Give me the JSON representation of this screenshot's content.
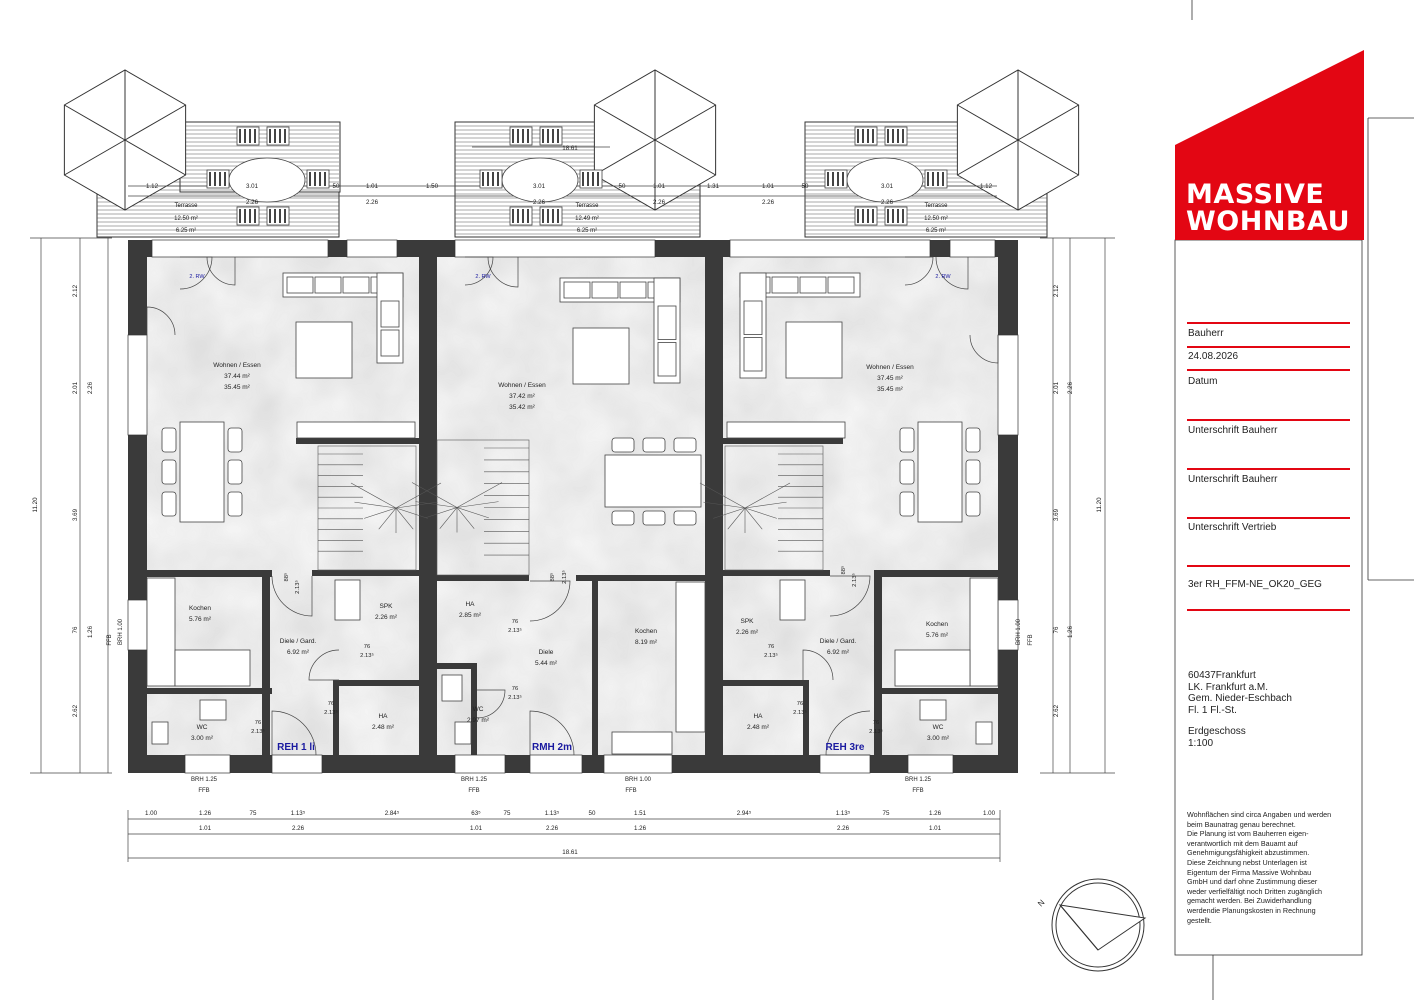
{
  "brand": {
    "name_line1": "MASSIVE",
    "name_line2": "WOHNBAU",
    "color": "#e30613"
  },
  "title_block": {
    "bauherr_label": "Bauherr",
    "date_value": "24.08.2026",
    "date_label": "Datum",
    "sig1_label": "Unterschrift Bauherr",
    "sig2_label": "Unterschrift Bauherr",
    "sig3_label": "Unterschrift Vertrieb",
    "project_code": "3er RH_FFM-NE_OK20_GEG",
    "address_lines": [
      "60437Frankfurt",
      "LK. Frankfurt a.M.",
      "Gem. Nieder-Eschbach",
      "Fl. 1 Fl.-St."
    ],
    "floor": "Erdgeschoss",
    "scale": "1:100",
    "disclaimer_lines": [
      "Wohnflächen sind circa Angaben und werden",
      "beim   Baunatrag   genau   berechnet.",
      "Die  Planung  ist  vom  Bauherren  eigen-",
      "verantwortlich mit dem Bauamt auf",
      "Genehmigungsfähigkeit abzustimmen.",
      "Diese Zeichnung nebst Unterlagen ist",
      "Eigentum der Firma Massive Wohnbau",
      "GmbH und darf ohne Zustimmung dieser",
      "weder verfielfältigt noch Dritten zugänglich",
      "gemacht werden. Bei Zuwiderhandlung",
      "werdendie Planungskosten in Rechnung",
      "gestellt."
    ]
  },
  "terraces": [
    {
      "label": "Terrasse",
      "area1": "12.50 m²",
      "area2": "6.25 m²"
    },
    {
      "label": "Terrasse",
      "area1": "12.49 m²",
      "area2": "6.25 m²"
    },
    {
      "label": "Terrasse",
      "area1": "12.50 m²",
      "area2": "6.25 m²"
    }
  ],
  "top_dims": {
    "upper": [
      "1.12",
      "3.01",
      "50",
      "1.01",
      "1.50",
      "3.01",
      "50",
      "1.01",
      "1.31",
      "1.01",
      "50",
      "3.01",
      "1.12"
    ],
    "lower": [
      "2.26",
      "2.26",
      "2.26",
      "2.26",
      "2.26",
      "2.26"
    ],
    "top_mid": "18.61"
  },
  "bottom_dims": {
    "row1": [
      "1.00",
      "1.26",
      "75",
      "1.13⁵",
      "2.84⁵",
      "63⁵",
      "75",
      "1.13⁵",
      "50",
      "1.51",
      "2.94⁵",
      "1.13⁵",
      "75",
      "1.26",
      "1.00"
    ],
    "row2": [
      "1.01",
      "2.26",
      "1.01",
      "2.26",
      "1.26",
      "2.26",
      "1.01"
    ],
    "total": "18.61"
  },
  "side_dims": {
    "left_total": "11.20",
    "right_total": "11.20",
    "segments": [
      "2.12",
      "2.01",
      "3.69",
      "76",
      "2.62"
    ],
    "inner": [
      "2.26",
      "1.26"
    ]
  },
  "units": [
    {
      "name": "REH 1 li",
      "window": "2. RW",
      "living": "Wohnen / Essen",
      "living_a1": "37.44 m²",
      "living_a2": "35.45 m²",
      "kitchen": "Kochen",
      "kitchen_a": "5.76 m²",
      "hall": "Diele / Gard.",
      "hall_a": "6.92 m²",
      "spk": "SPK",
      "spk_a": "2.26 m²",
      "ha": "HA",
      "ha_a": "2.48 m²",
      "wc": "WC",
      "wc_a": "3.00 m²",
      "door": "76",
      "door_h": "2.13⁵",
      "stair_w": "88⁵",
      "stair_h": "2.13⁵",
      "brh": "BRH 1.25",
      "ffb": "FFB",
      "side_brh": "BRH 1.00"
    },
    {
      "name": "RMH 2m",
      "window": "2. RW",
      "living": "Wohnen / Essen",
      "living_a1": "37.42 m²",
      "living_a2": "35.42 m²",
      "kitchen": "Kochen",
      "kitchen_a": "8.19 m²",
      "hall": "Diele",
      "hall_a": "5.44 m²",
      "ha": "HA",
      "ha_a": "2.85 m²",
      "wc": "WC",
      "wc_a": "2.97 m²",
      "door": "76",
      "door_h": "2.13⁵",
      "stair_w": "88⁵",
      "stair_h": "2.13⁵",
      "brh": "BRH 1.25",
      "ffb": "FFB",
      "brh2": "BRH 1.00",
      "ffb2": "FFB"
    },
    {
      "name": "REH 3re",
      "window": "2. RW",
      "living": "Wohnen / Essen",
      "living_a1": "37.45 m²",
      "living_a2": "35.45 m²",
      "kitchen": "Kochen",
      "kitchen_a": "5.76 m²",
      "hall": "Diele / Gard.",
      "hall_a": "6.92 m²",
      "spk": "SPK",
      "spk_a": "2.26 m²",
      "ha": "HA",
      "ha_a": "2.48 m²",
      "wc": "WC",
      "wc_a": "3.00 m²",
      "door": "76",
      "door_h": "2.13⁵",
      "stair_w": "88⁵",
      "stair_h": "2.13⁵",
      "brh": "BRH 1.25",
      "ffb": "FFB",
      "side_brh": "BRH 1.00"
    }
  ],
  "compass": {
    "north": "N"
  },
  "colors": {
    "wall": "#3a3a3a",
    "line": "#333333",
    "unit_label": "#1a1aa0",
    "accent": "#e30613"
  }
}
